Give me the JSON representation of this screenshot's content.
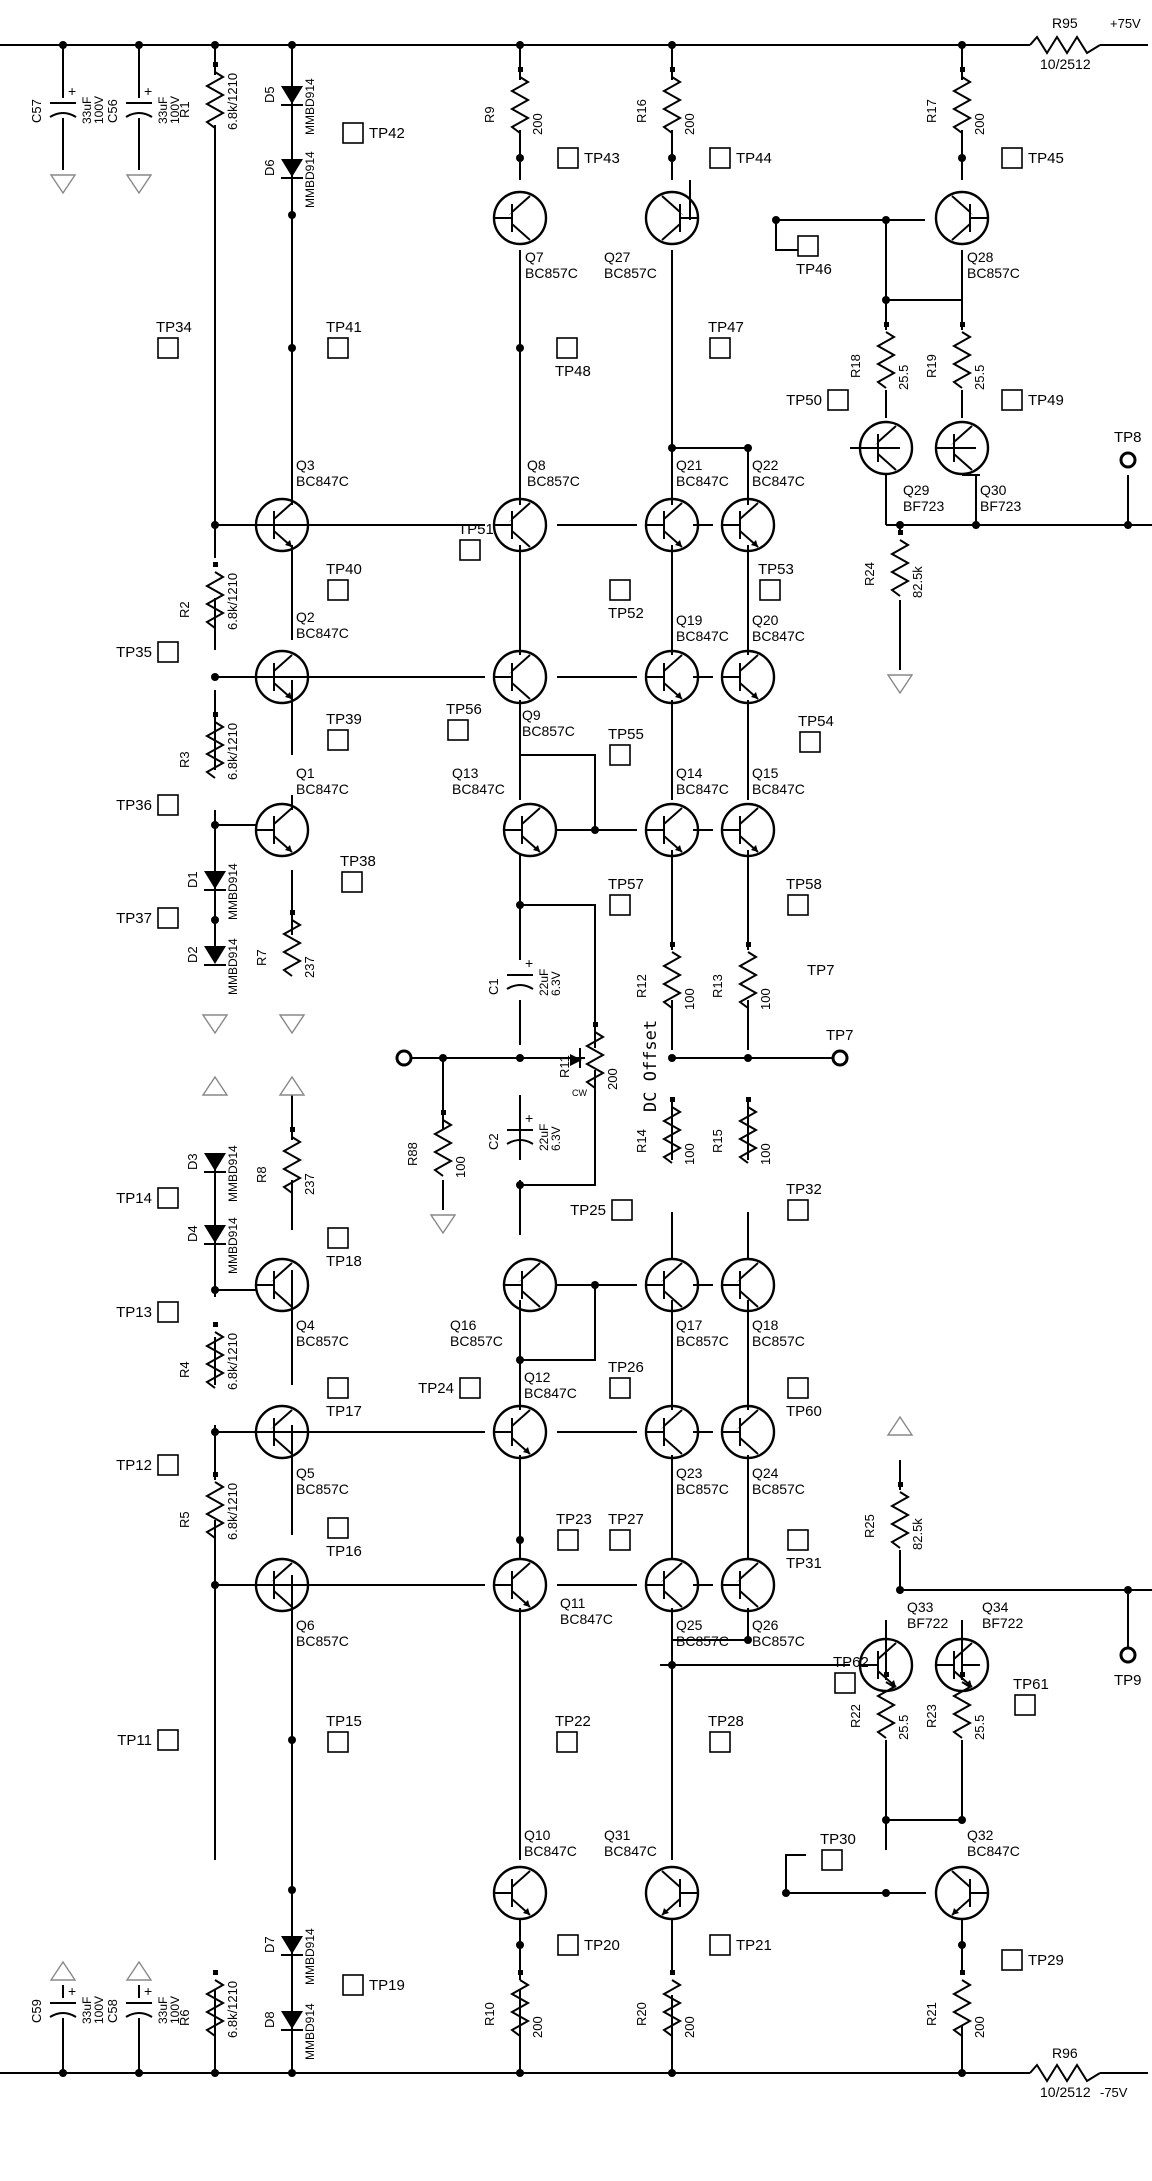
{
  "rails": {
    "pos": {
      "label": "+75V",
      "res_ref": "R95",
      "res_val": "10/2512"
    },
    "neg": {
      "label": "-75V",
      "res_ref": "R96",
      "res_val": "10/2512"
    }
  },
  "annotations": {
    "dc_offset": "DC Offset",
    "cw": "CW",
    "tp7_extra": "TP7"
  },
  "transistors": [
    {
      "ref": "Q7",
      "part": "BC857C"
    },
    {
      "ref": "Q27",
      "part": "BC857C"
    },
    {
      "ref": "Q28",
      "part": "BC857C"
    },
    {
      "ref": "Q3",
      "part": "BC847C"
    },
    {
      "ref": "Q8",
      "part": "BC857C"
    },
    {
      "ref": "Q21",
      "part": "BC847C"
    },
    {
      "ref": "Q22",
      "part": "BC847C"
    },
    {
      "ref": "Q29",
      "part": "BF723"
    },
    {
      "ref": "Q30",
      "part": "BF723"
    },
    {
      "ref": "Q2",
      "part": "BC847C"
    },
    {
      "ref": "Q9",
      "part": "BC857C"
    },
    {
      "ref": "Q19",
      "part": "BC847C"
    },
    {
      "ref": "Q20",
      "part": "BC847C"
    },
    {
      "ref": "Q1",
      "part": "BC847C"
    },
    {
      "ref": "Q13",
      "part": "BC847C"
    },
    {
      "ref": "Q14",
      "part": "BC847C"
    },
    {
      "ref": "Q15",
      "part": "BC847C"
    },
    {
      "ref": "Q4",
      "part": "BC857C"
    },
    {
      "ref": "Q16",
      "part": "BC857C"
    },
    {
      "ref": "Q17",
      "part": "BC857C"
    },
    {
      "ref": "Q18",
      "part": "BC857C"
    },
    {
      "ref": "Q5",
      "part": "BC857C"
    },
    {
      "ref": "Q12",
      "part": "BC847C"
    },
    {
      "ref": "Q23",
      "part": "BC857C"
    },
    {
      "ref": "Q24",
      "part": "BC857C"
    },
    {
      "ref": "Q6",
      "part": "BC857C"
    },
    {
      "ref": "Q11",
      "part": "BC847C"
    },
    {
      "ref": "Q25",
      "part": "BC857C"
    },
    {
      "ref": "Q26",
      "part": "BC857C"
    },
    {
      "ref": "Q33",
      "part": "BF722"
    },
    {
      "ref": "Q34",
      "part": "BF722"
    },
    {
      "ref": "Q10",
      "part": "BC847C"
    },
    {
      "ref": "Q31",
      "part": "BC847C"
    },
    {
      "ref": "Q32",
      "part": "BC847C"
    }
  ],
  "resistors": [
    {
      "ref": "R1",
      "value": "6.8k/1210"
    },
    {
      "ref": "R9",
      "value": "200"
    },
    {
      "ref": "R16",
      "value": "200"
    },
    {
      "ref": "R17",
      "value": "200"
    },
    {
      "ref": "R18",
      "value": "25.5"
    },
    {
      "ref": "R19",
      "value": "25.5"
    },
    {
      "ref": "R24",
      "value": "82.5k"
    },
    {
      "ref": "R2",
      "value": "6.8k/1210"
    },
    {
      "ref": "R3",
      "value": "6.8k/1210"
    },
    {
      "ref": "R7",
      "value": "237"
    },
    {
      "ref": "R12",
      "value": "100"
    },
    {
      "ref": "R13",
      "value": "100"
    },
    {
      "ref": "R11",
      "value": "200"
    },
    {
      "ref": "R88",
      "value": "100"
    },
    {
      "ref": "R14",
      "value": "100"
    },
    {
      "ref": "R15",
      "value": "100"
    },
    {
      "ref": "R8",
      "value": "237"
    },
    {
      "ref": "R4",
      "value": "6.8k/1210"
    },
    {
      "ref": "R5",
      "value": "6.8k/1210"
    },
    {
      "ref": "R25",
      "value": "82.5k"
    },
    {
      "ref": "R22",
      "value": "25.5"
    },
    {
      "ref": "R23",
      "value": "25.5"
    },
    {
      "ref": "R6",
      "value": "6.8k/1210"
    },
    {
      "ref": "R10",
      "value": "200"
    },
    {
      "ref": "R20",
      "value": "200"
    },
    {
      "ref": "R21",
      "value": "200"
    }
  ],
  "capacitors": [
    {
      "ref": "C57",
      "value": "33uF",
      "volt": "100V"
    },
    {
      "ref": "C56",
      "value": "33uF",
      "volt": "100V"
    },
    {
      "ref": "C59",
      "value": "33uF",
      "volt": "100V"
    },
    {
      "ref": "C58",
      "value": "33uF",
      "volt": "100V"
    },
    {
      "ref": "C1",
      "value": "22uF",
      "volt": "6.3V"
    },
    {
      "ref": "C2",
      "value": "22uF",
      "volt": "6.3V"
    }
  ],
  "diodes": [
    {
      "ref": "D5",
      "part": "MMBD914"
    },
    {
      "ref": "D6",
      "part": "MMBD914"
    },
    {
      "ref": "D1",
      "part": "MMBD914"
    },
    {
      "ref": "D2",
      "part": "MMBD914"
    },
    {
      "ref": "D3",
      "part": "MMBD914"
    },
    {
      "ref": "D4",
      "part": "MMBD914"
    },
    {
      "ref": "D7",
      "part": "MMBD914"
    },
    {
      "ref": "D8",
      "part": "MMBD914"
    }
  ],
  "testpoints": [
    "TP42",
    "TP43",
    "TP44",
    "TP45",
    "TP46",
    "TP34",
    "TP41",
    "TP48",
    "TP47",
    "TP50",
    "TP49",
    "TP40",
    "TP51",
    "TP52",
    "TP53",
    "TP35",
    "TP39",
    "TP56",
    "TP55",
    "TP54",
    "TP36",
    "TP38",
    "TP57",
    "TP58",
    "TP37",
    "TP14",
    "TP18",
    "TP25",
    "TP32",
    "TP13",
    "TP24",
    "TP17",
    "TP26",
    "TP60",
    "TP12",
    "TP16",
    "TP23",
    "TP27",
    "TP31",
    "TP62",
    "TP61",
    "TP11",
    "TP15",
    "TP22",
    "TP28",
    "TP30",
    "TP20",
    "TP21",
    "TP29",
    "TP19"
  ],
  "terminals": [
    "TP8",
    "TP7",
    "TP9"
  ]
}
